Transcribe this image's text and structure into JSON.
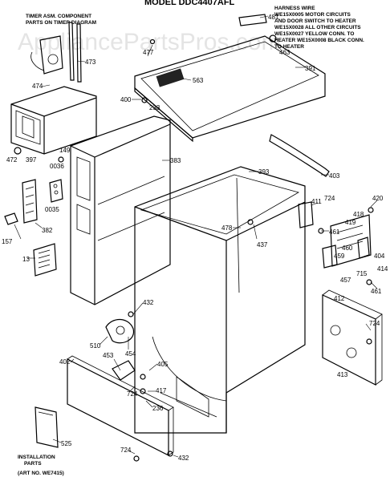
{
  "header": {
    "model_title": "MODEL DDC4407AFL"
  },
  "watermark": "AppliancePartsPros.com",
  "notes": {
    "timer": [
      "TIMER ASM. COMPONENT",
      "PARTS ON TIMER DIAGRAM"
    ],
    "harness": [
      "HARNESS WIRE",
      "WE15X0005 MOTOR CIRCUITS",
      "AND DOOR SWITCH TO HEATER",
      "WE15X0028 ALL OTHER CIRCUITS",
      "WE15X0027 YELLOW CONN. TO",
      "HEATER WE15X0008 BLACK CONN.",
      "TO HEATER"
    ],
    "installation": [
      "INSTALLATION",
      "PARTS",
      "(ART NO. WE7415)"
    ]
  },
  "callouts": {
    "c481": "481",
    "c463": "463",
    "c391": "391",
    "c477": "477",
    "c473": "473",
    "c474": "474",
    "c563": "563",
    "c400": "400",
    "c233": "233",
    "c472": "472",
    "c397": "397",
    "c149": "149",
    "c383": "383",
    "c393": "393",
    "c403": "403",
    "c0036": "0036",
    "c0035": "0035",
    "c411": "411",
    "c724a": "724",
    "c420": "420",
    "c478": "478",
    "c437": "437",
    "c418": "418",
    "c461a": "461",
    "c419": "419",
    "c460": "460",
    "c404": "404",
    "c157": "157",
    "c382": "382",
    "c13": "13",
    "c459": "459",
    "c414": "414",
    "c457": "457",
    "c715": "715",
    "c461b": "461",
    "c432a": "432",
    "c412": "412",
    "c724b": "724",
    "c510": "510",
    "c454": "454",
    "c453": "453",
    "c402": "402",
    "c405": "405",
    "c413": "413",
    "c724c": "724",
    "c417": "417",
    "c236": "236",
    "c525": "525",
    "c724d": "724",
    "c432b": "432"
  }
}
